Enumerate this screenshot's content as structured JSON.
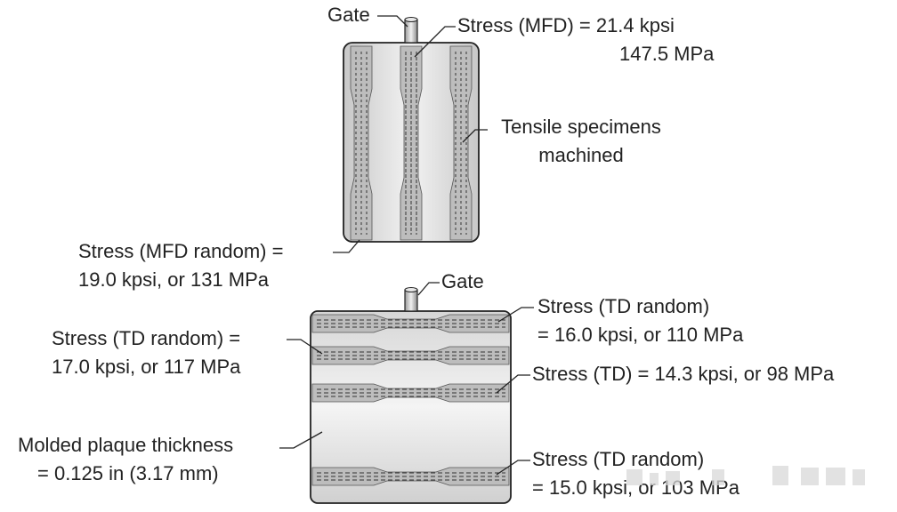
{
  "top": {
    "gate_label": "Gate",
    "stress_mfd_line1": "Stress (MFD) = 21.4 kpsi",
    "stress_mfd_line2": "147.5 MPa",
    "tensile_line1": "Tensile specimens",
    "tensile_line2": "machined",
    "mfd_random_line1": "Stress (MFD random) =",
    "mfd_random_line2": "19.0 kpsi, or 131 MPa"
  },
  "bottom": {
    "gate_label": "Gate",
    "td_random_right_line1": "Stress (TD random)",
    "td_random_right_line2": "= 16.0 kpsi, or 110 MPa",
    "td_random_left_line1": "Stress (TD random) =",
    "td_random_left_line2": "17.0 kpsi, or 117 MPa",
    "td_line": "Stress (TD) = 14.3 kpsi, or 98 MPa",
    "thickness_line1": "Molded plaque thickness",
    "thickness_line2": "= 0.125 in (3.17 mm)",
    "td_random_bottom_line1": "Stress (TD random)",
    "td_random_bottom_line2": "= 15.0 kpsi, or 103 MPa"
  }
}
